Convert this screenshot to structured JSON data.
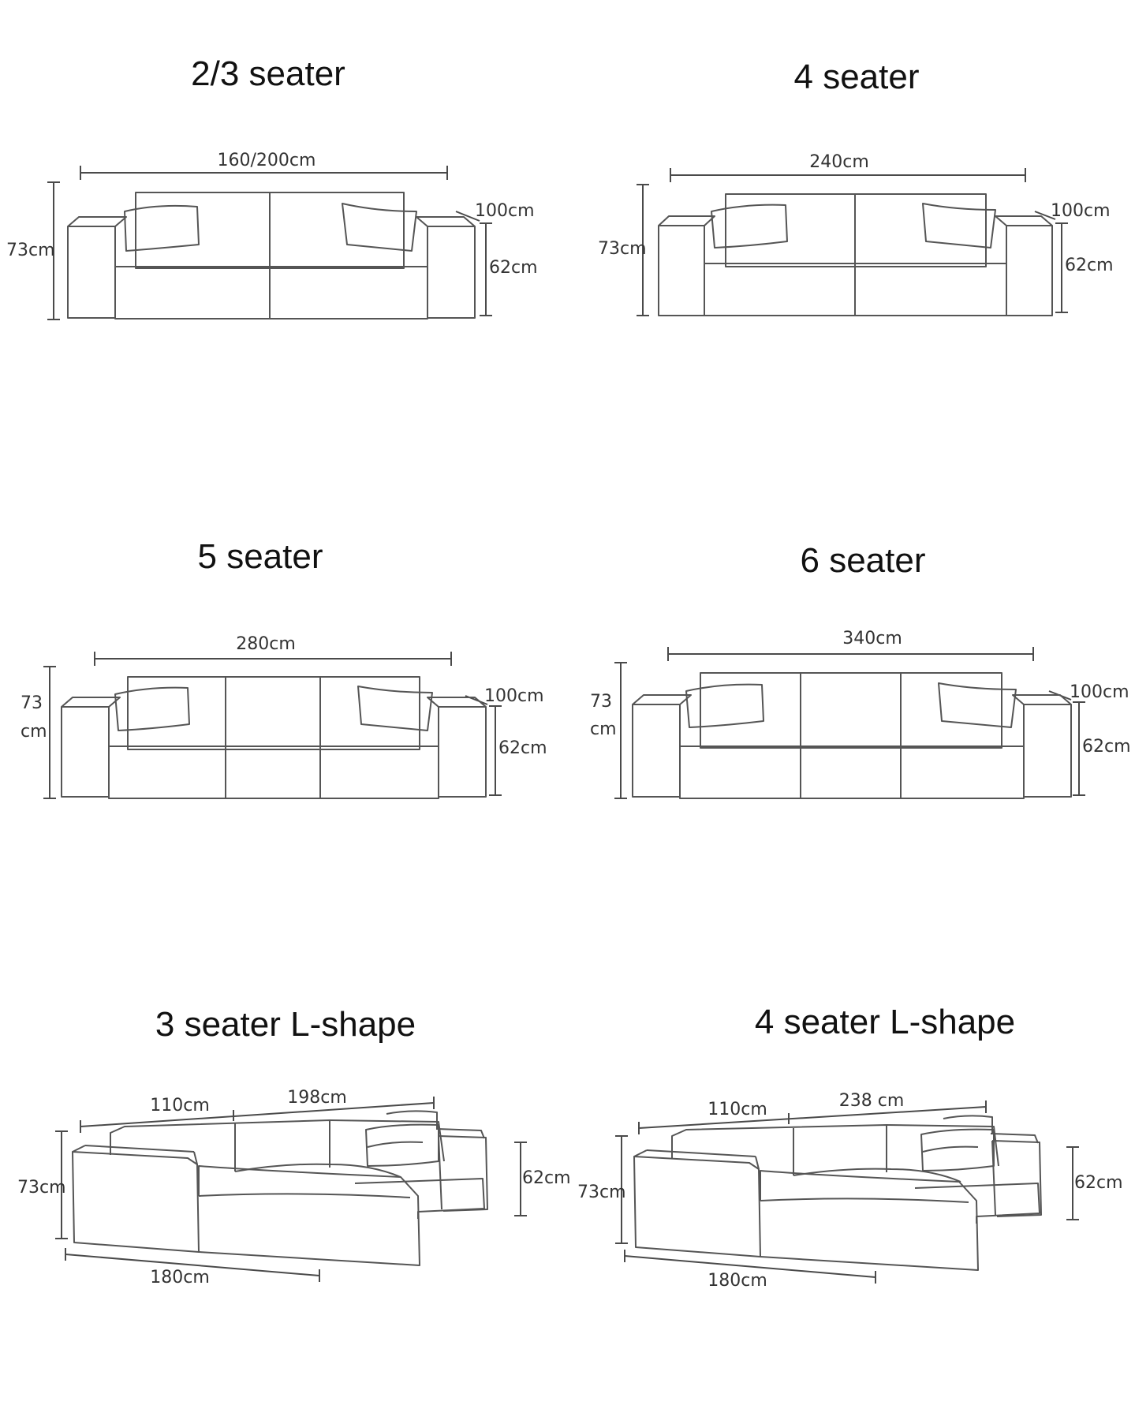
{
  "panels": [
    {
      "id": "p1",
      "title": "2/3 seater",
      "width": "160/200cm",
      "height": "73cm",
      "depth": "100cm",
      "seat": "62cm",
      "kind": "straight",
      "cushions": 2
    },
    {
      "id": "p2",
      "title": "4 seater",
      "width": "240cm",
      "height": "73cm",
      "depth": "100cm",
      "seat": "62cm",
      "kind": "straight",
      "cushions": 2
    },
    {
      "id": "p3",
      "title": "5 seater",
      "width": "280cm",
      "height_a": "73",
      "height_b": "cm",
      "depth": "100cm",
      "seat": "62cm",
      "kind": "straight",
      "cushions": 3
    },
    {
      "id": "p4",
      "title": "6 seater",
      "width": "340cm",
      "height_a": "73",
      "height_b": "cm",
      "depth": "100cm",
      "seat": "62cm",
      "kind": "straight",
      "cushions": 3
    },
    {
      "id": "p5",
      "title": "3 seater L-shape",
      "width_a": "110cm",
      "width_b": "198cm",
      "height": "73cm",
      "seat": "62cm",
      "chaise": "180cm",
      "kind": "lshape"
    },
    {
      "id": "p6",
      "title": "4 seater L-shape",
      "width_a": "110cm",
      "width_b": "238 cm",
      "height": "73cm",
      "seat": "62cm",
      "chaise": "180cm",
      "kind": "lshape"
    }
  ]
}
